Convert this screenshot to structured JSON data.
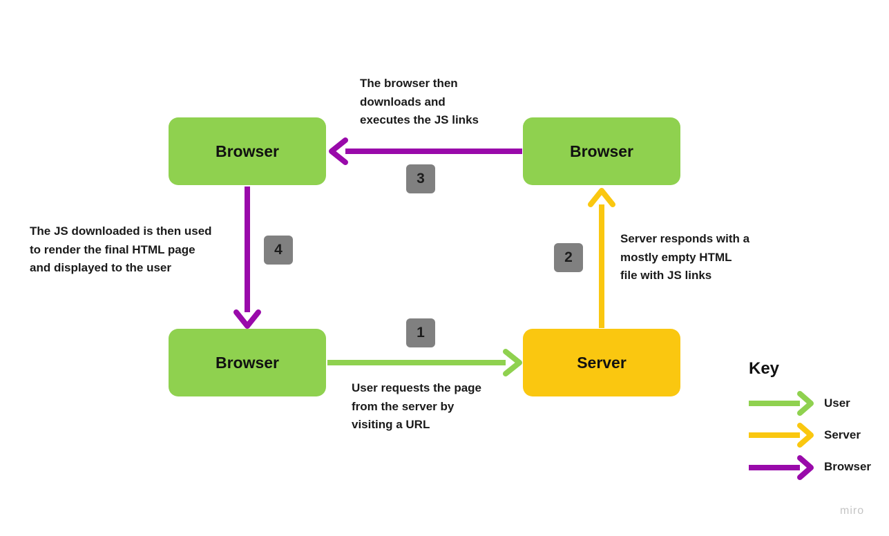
{
  "colors": {
    "user": "#8fd14f",
    "server": "#fac710",
    "browser": "#990aaa",
    "badge": "#808080"
  },
  "nodes": {
    "browser_top_left": "Browser",
    "browser_top_right": "Browser",
    "browser_bottom_left": "Browser",
    "server": "Server"
  },
  "steps": [
    {
      "number": "1",
      "text": "User requests the page\nfrom the server by\nvisiting a URL",
      "arrow_color": "user"
    },
    {
      "number": "2",
      "text": "Server responds with a\nmostly empty HTML\nfile with JS links",
      "arrow_color": "server"
    },
    {
      "number": "3",
      "text": "The browser then\ndownloads and\nexecutes the JS links",
      "arrow_color": "browser"
    },
    {
      "number": "4",
      "text": "The JS downloaded is then used\nto render the final HTML page\nand displayed to the user",
      "arrow_color": "browser"
    }
  ],
  "key": {
    "title": "Key",
    "items": [
      {
        "label": "User",
        "color": "user"
      },
      {
        "label": "Server",
        "color": "server"
      },
      {
        "label": "Browser",
        "color": "browser"
      }
    ]
  },
  "branding": "miro"
}
